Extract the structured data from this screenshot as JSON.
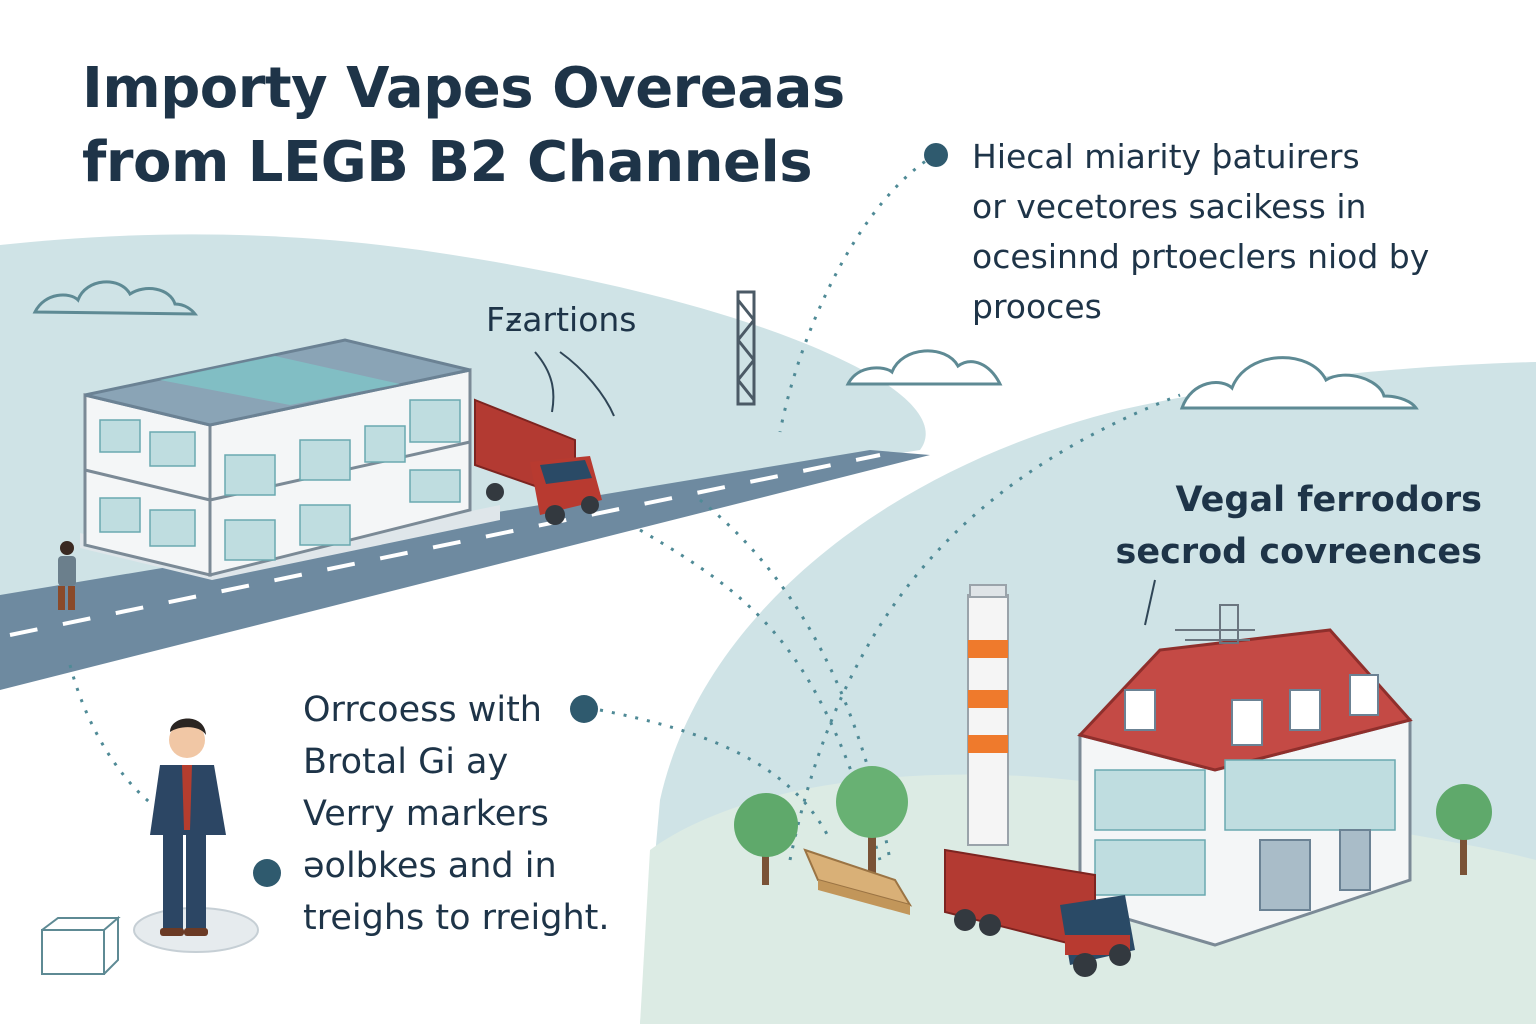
{
  "title": {
    "line1": "Importy Vapes Overeaas",
    "line2": "from LEGB B2 Channels"
  },
  "callout_top": {
    "lines": [
      "Hiecal miarity þatuirers",
      "or vecetores sacikess in",
      "ocesinnd prtoeclers niod by",
      "prooces"
    ]
  },
  "label_factory": "Fƶartions",
  "callout_right": {
    "lines": [
      "Vegal ferrodors",
      "secrod covreences"
    ]
  },
  "callout_bottom": {
    "lines": [
      "Orrcoess with",
      "Brotal Gi ay",
      "Verry markers",
      "ǝolbkes and in",
      "treighs to rreight."
    ]
  },
  "colors": {
    "title_text": "#1e3448",
    "hill_blue": "#cfe3e6",
    "hill_green": "#dcebe4",
    "road": "#6e8aa0",
    "truck_red": "#b33a32",
    "roof_red": "#c44a45",
    "chimney_orange": "#ef7a2c",
    "dot": "#2f5a6e"
  }
}
